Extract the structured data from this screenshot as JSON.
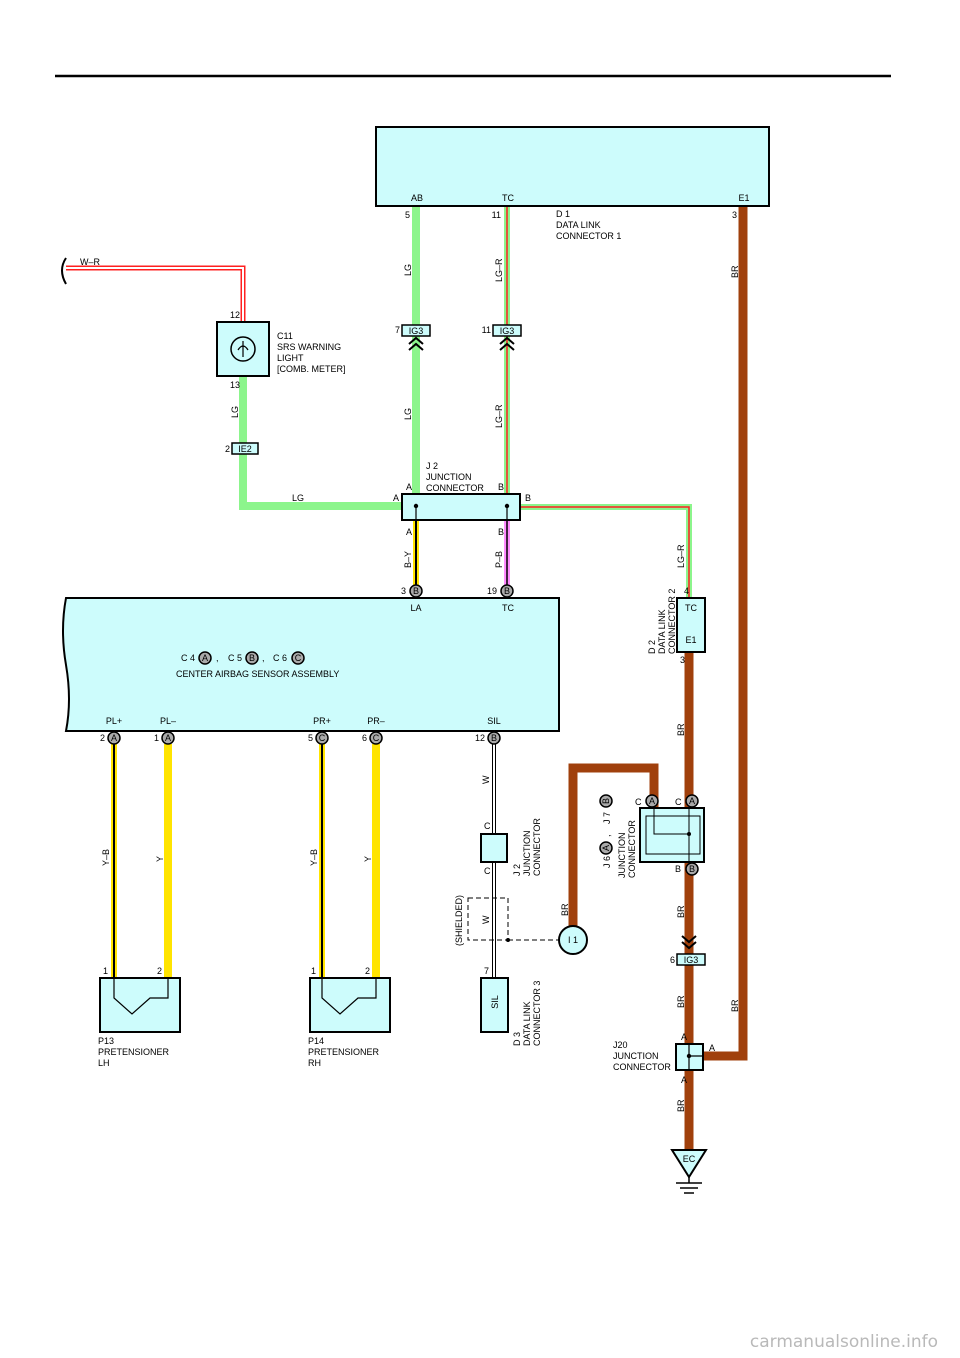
{
  "colors": {
    "module_fill": "#cdfcfc",
    "wire_lg": "#8cf58c",
    "wire_red": "#ff2020",
    "wire_br": "#a0400c",
    "wire_y": "#ffe400",
    "wire_p": "#ff8cff",
    "wire_w": "#ffffff",
    "line": "#000000"
  },
  "wire_labels": {
    "w_r": "W–R",
    "lg": "LG",
    "lg_r": "LG–R",
    "br": "BR",
    "b_y": "B–Y",
    "p_b": "P–B",
    "y_b": "Y–B",
    "y": "Y",
    "w": "W",
    "c": "C",
    "shielded": "(SHIELDED)"
  },
  "d1": {
    "pins": [
      "AB",
      "TC",
      "E1"
    ],
    "pin_numbers": [
      "5",
      "11",
      "3"
    ],
    "lines": [
      "D 1",
      "DATA LINK",
      "CONNECTOR 1"
    ]
  },
  "c11": {
    "pin_top": "12",
    "pin_bottom": "13",
    "lines": [
      "C11",
      "SRS WARNING",
      "LIGHT",
      "[COMB.  METER]"
    ]
  },
  "ig3_a": {
    "pin": "7",
    "name": "IG3"
  },
  "ig3_b": {
    "pin": "11",
    "name": "IG3"
  },
  "ie2": {
    "pin": "2",
    "name": "IE2"
  },
  "j2_top": {
    "lines": [
      "J 2",
      "JUNCTION",
      "CONNECTOR"
    ],
    "a": "A",
    "b": "B"
  },
  "d2": {
    "pin_top": "4",
    "pin_bottom": "3",
    "tc": "TC",
    "e1": "E1",
    "lines": [
      "D 2",
      "DATA LINK",
      "CONNECTOR 2"
    ]
  },
  "airbag": {
    "la_pin": "3",
    "tc_pin": "19",
    "la": "LA",
    "tc": "TC",
    "conn_b": "B",
    "c4": "C 4",
    "c5": "C 5",
    "c6": "C 6",
    "conn_a": "A",
    "conn_c": "C",
    "comma": ",",
    "title": "CENTER AIRBAG SENSOR ASSEMBLY",
    "pl_plus": "PL+",
    "pl_minus": "PL–",
    "pr_plus": "PR+",
    "pr_minus": "PR–",
    "sil": "SIL",
    "pins": [
      "2",
      "1",
      "5",
      "6",
      "12"
    ]
  },
  "p13": {
    "pins": [
      "1",
      "2"
    ],
    "lines": [
      "P13",
      "PRETENSIONER",
      "LH"
    ]
  },
  "p14": {
    "pins": [
      "1",
      "2"
    ],
    "lines": [
      "P14",
      "PRETENSIONER",
      "RH"
    ]
  },
  "j2_mid": {
    "lines": [
      "J 2",
      "JUNCTION",
      "CONNECTOR"
    ]
  },
  "d3": {
    "pin": "7",
    "sil": "SIL",
    "lines": [
      "D 3",
      "DATA LINK",
      "CONNECTOR 3"
    ]
  },
  "j6j7": {
    "j6": "J 6",
    "j7": "J 7",
    "lines": [
      "JUNCTION",
      "CONNECTOR"
    ],
    "c": "C",
    "b": "B",
    "a": "A"
  },
  "i1": {
    "name": "I 1"
  },
  "ig3_c": {
    "pin": "6",
    "name": "IG3"
  },
  "j20": {
    "a": "A",
    "lines": [
      "J20",
      "JUNCTION",
      "CONNECTOR"
    ]
  },
  "ground": {
    "name": "EC"
  },
  "watermark": "carmanualsonline.info"
}
